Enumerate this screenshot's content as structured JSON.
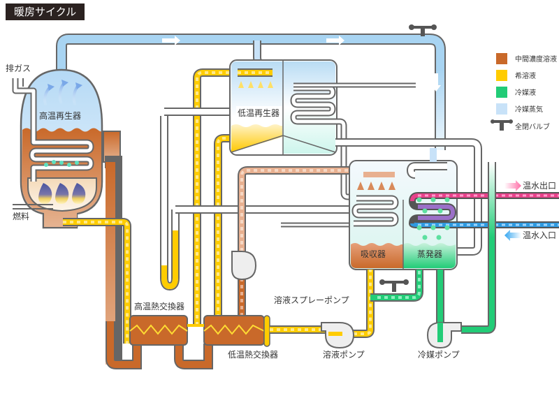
{
  "title": "暖房サイクル",
  "colors": {
    "intermediate_solution": "#c9692a",
    "intermediate_solution_light": "#e8b090",
    "dilute_solution": "#ffcc00",
    "refrigerant_liquid": "#22cc77",
    "refrigerant_vapor": "#a8d4f2",
    "hot_water_out": "#e8418a",
    "hot_water_in": "#2f9ae0",
    "outline": "#666666"
  },
  "components": {
    "exhaust_gas": "排ガス",
    "high_temp_regenerator": "高温再生器",
    "fuel": "燃料",
    "low_temp_regenerator": "低温再生器",
    "absorber": "吸収器",
    "evaporator": "蒸発器",
    "high_temp_heat_exchanger": "高温熱交換器",
    "low_temp_heat_exchanger": "低温熱交換器",
    "solution_spray_pump": "溶液スプレーポンプ",
    "solution_pump": "溶液ポンプ",
    "refrigerant_pump": "冷媒ポンプ",
    "hot_water_outlet": "温水出口",
    "hot_water_inlet": "温水入口"
  },
  "legend": [
    {
      "label": "中間濃度溶液",
      "color": "#c9692a",
      "icon": "swatch"
    },
    {
      "label": "希溶液",
      "color": "#ffcc00",
      "icon": "swatch"
    },
    {
      "label": "冷媒液",
      "color": "#22cc77",
      "icon": "swatch"
    },
    {
      "label": "冷媒蒸気",
      "color": "#c8e2f8",
      "icon": "swatch"
    },
    {
      "label": "全閉バルブ",
      "color": "#555555",
      "icon": "valve-icon"
    }
  ]
}
